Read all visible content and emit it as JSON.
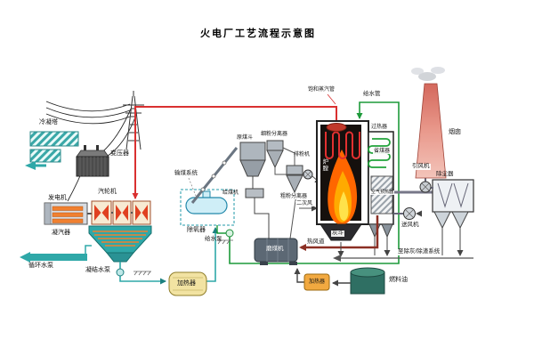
{
  "labels": {
    "title": "火电厂工艺流程示意图",
    "cooling_tower": "冷凝塔",
    "transformer": "变压器",
    "generator": "发电机",
    "steam_turbine": "汽轮机",
    "condenser": "凝汽器",
    "circulating_pump": "循环水泵",
    "condensate_pump": "凝结水泵",
    "lp_heater": "加热器",
    "deaerator": "除氧器",
    "feed_pump": "给水泵",
    "coal_conveying": "输煤系统",
    "raw_coal_hopper": "原煤斗",
    "coal_feeder": "给煤机",
    "coal_mill": "磨煤机",
    "fine_separator": "细粉分离器",
    "coarse_separator": "粗粉分离器",
    "exhauster": "排粉机",
    "secondary_air": "二次风",
    "hot_air_duct": "热风道",
    "ash_hopper": "灰斗",
    "furnace": "炉膛",
    "saturated_steam_pipe": "饱和蒸汽管",
    "feedwater_pipe": "给水管",
    "superheater": "过热器",
    "economizer": "省煤器",
    "air_preheater": "空气预热器",
    "fd_fan": "送风机",
    "id_fan": "引风机",
    "dust_collector": "除尘器",
    "chimney": "烟囱",
    "ash_removal": "至除灰/除渣系统",
    "fuel_oil": "燃料油",
    "fuel_heater": "加热器"
  },
  "colors": {
    "steam_line": "#d93030",
    "feedwater_line": "#1d9a3a",
    "cooling_water": "#2fa8a8",
    "hot_air_duct": "#8b2f24",
    "flame_outer": "#ff6600",
    "flame_core": "#ffe24a",
    "chimney_body": "#e9998c",
    "fuel_oil_tank": "#2f6f63",
    "heater_tank": "#f2e3a2"
  }
}
